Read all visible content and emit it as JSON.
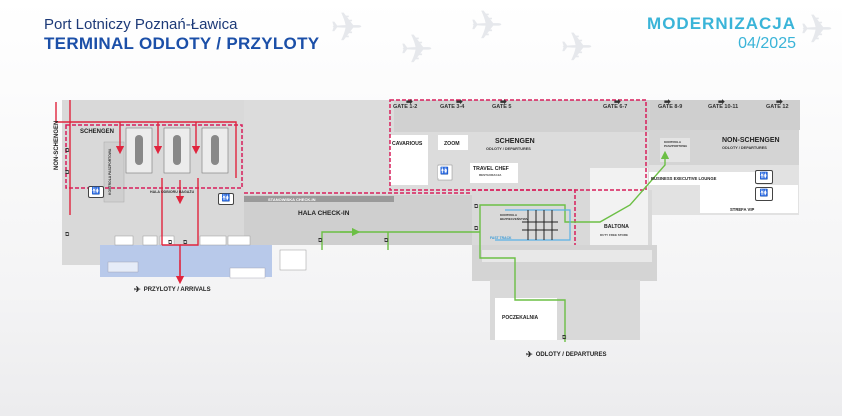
{
  "header": {
    "airport_name": "Port Lotniczy Poznań-Ławica",
    "title": "TERMINAL ODLOTY / PRZYLOTY",
    "badge": "MODERNIZACJA",
    "date": "04/2025"
  },
  "gates": [
    "GATE 1-2",
    "GATE 3-4",
    "GATE 5",
    "GATE 6-7",
    "GATE 8-9",
    "GATE 10-11",
    "GATE 12"
  ],
  "zones": {
    "schengen_arrivals": "SCHENGEN",
    "non_schengen_arrivals": "NON-SCHENGEN",
    "baggage_claim": "HALA ODBIORU BAGAŻU",
    "passport_control": "KONTROLA PASZPORTOWA",
    "checkin_desks": "STANOWISKA CHECK-IN",
    "checkin_hall": "HALA CHECK-IN",
    "schengen_departures": "SCHENGEN",
    "schengen_departures_sub": "ODLOTY / DEPARTURES",
    "non_schengen_departures": "NON-SCHENGEN",
    "non_schengen_departures_sub": "ODLOTY / DEPARTURES",
    "passport_control_dep": "KONTROLA PASZPORTOWA",
    "business_lounge": "BUSINESS EXECUTIVE LOUNGE",
    "vip": "STREFA VIP",
    "waiting_room": "POCZEKALNIA",
    "security": "KONTROLA BEZPIECZEŃSTWA",
    "fast_track": "FAST TRACK"
  },
  "venues": {
    "cavarious": "CAVARIOUS",
    "zoom": "ZOOM",
    "travel_chef": "TRAVEL CHEF",
    "travel_chef_sub": "RESTAURACJA",
    "baltona": "BALTONA",
    "baltona_sub": "DUTY FREE STORE"
  },
  "exits": {
    "arrivals": "PRZYLOTY / ARRIVALS",
    "departures": "ODLOTY / DEPARTURES"
  },
  "colors": {
    "primary_blue": "#1b4fa8",
    "accent_cyan": "#3ab4d8",
    "route_red": "#e0243d",
    "route_green": "#6cbf45",
    "zone_pink": "#d81e5b",
    "floor_grey": "#d9d9d9",
    "arrivals_blue": "#b8c9ea"
  }
}
